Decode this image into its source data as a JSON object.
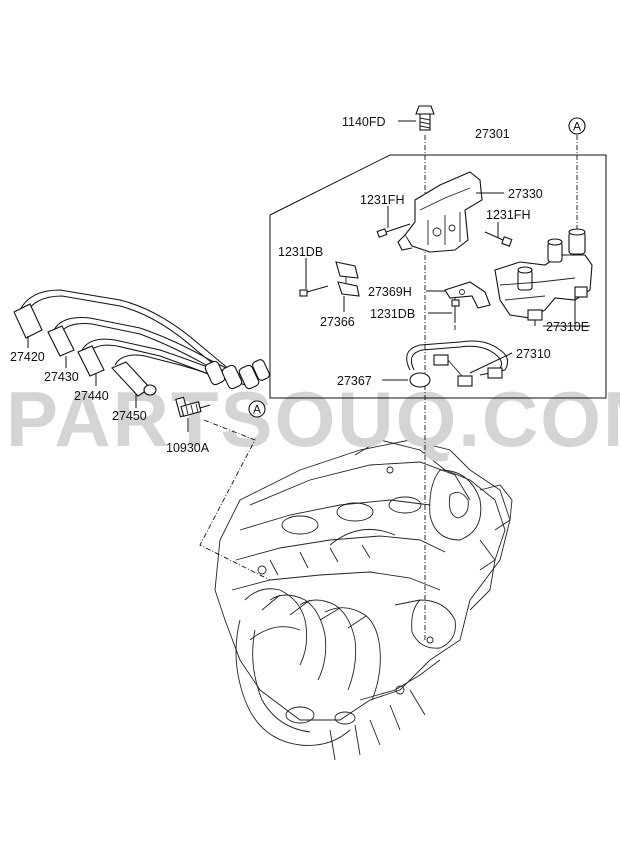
{
  "watermark": "PARTSOUQ.COM",
  "reference_marker": "A",
  "labels": {
    "p1140FD": "1140FD",
    "p27301": "27301",
    "p27330": "27330",
    "p1231FH_a": "1231FH",
    "p1231FH_b": "1231FH",
    "p1231DB_a": "1231DB",
    "p27369H": "27369H",
    "p1231DB_b": "1231DB",
    "p27366": "27366",
    "p27310E": "27310E",
    "p27310": "27310",
    "p27367": "27367",
    "p27420": "27420",
    "p27430": "27430",
    "p27440": "27440",
    "p27450": "27450",
    "p10930A": "10930A"
  }
}
